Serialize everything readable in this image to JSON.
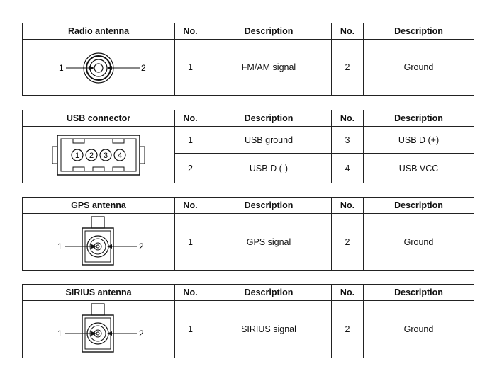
{
  "tables": [
    {
      "header": [
        "Radio antenna",
        "No.",
        "Description",
        "No.",
        "Description"
      ],
      "rows": [
        [
          "1",
          "FM/AM signal",
          "2",
          "Ground"
        ]
      ],
      "pin_labels": [
        "1",
        "2"
      ]
    },
    {
      "header": [
        "USB connector",
        "No.",
        "Description",
        "No.",
        "Description"
      ],
      "rows": [
        [
          "1",
          "USB ground",
          "3",
          "USB D (+)"
        ],
        [
          "2",
          "USB D (-)",
          "4",
          "USB VCC"
        ]
      ],
      "pin_labels": [
        "1",
        "2",
        "3",
        "4"
      ]
    },
    {
      "header": [
        "GPS antenna",
        "No.",
        "Description",
        "No.",
        "Description"
      ],
      "rows": [
        [
          "1",
          "GPS signal",
          "2",
          "Ground"
        ]
      ],
      "pin_labels": [
        "1",
        "2"
      ]
    },
    {
      "header": [
        "SIRIUS antenna",
        "No.",
        "Description",
        "No.",
        "Description"
      ],
      "rows": [
        [
          "1",
          "SIRIUS signal",
          "2",
          "Ground"
        ]
      ],
      "pin_labels": [
        "1",
        "2"
      ]
    }
  ]
}
